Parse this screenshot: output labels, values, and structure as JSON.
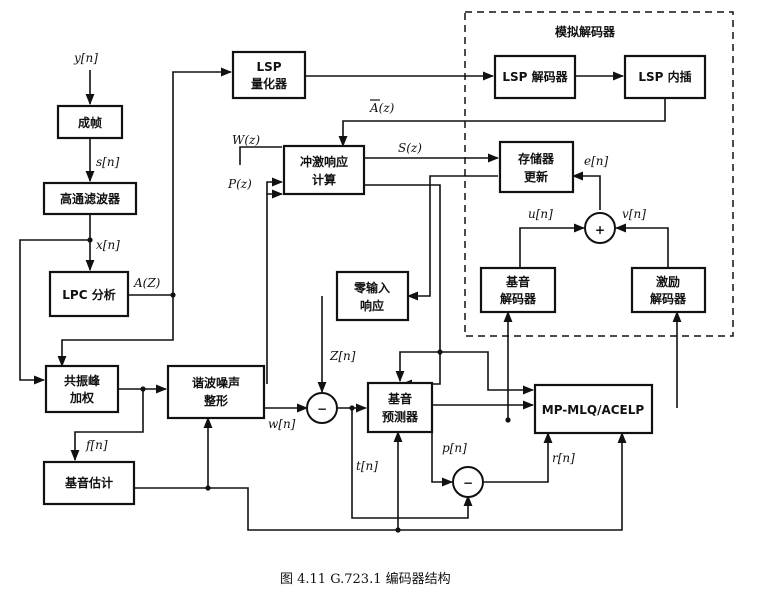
{
  "blocks": {
    "framing": "成帧",
    "highpass": "高通滤波器",
    "lpc": "LPC 分析",
    "lsp_quant": [
      "LSP",
      "量化器"
    ],
    "lsp_dec": "LSP 解码器",
    "lsp_interp": "LSP 内插",
    "sim_decoder": "模拟解码器",
    "impulse": [
      "冲激响应",
      "计算"
    ],
    "memory": [
      "存储器",
      "更新"
    ],
    "zero_input": [
      "零输入",
      "响应"
    ],
    "pitch_dec": [
      "基音",
      "解码器"
    ],
    "excite_dec": [
      "激励",
      "解码器"
    ],
    "formant": [
      "共振峰",
      "加权"
    ],
    "harmonic": [
      "谐波噪声",
      "整形"
    ],
    "pitch_pred": [
      "基音",
      "预测器"
    ],
    "mpmlq": "MP-MLQ/ACELP",
    "pitch_est": "基音估计"
  },
  "signals": {
    "y": "y[n]",
    "s": "s[n]",
    "x": "x[n]",
    "A": "A(Z)",
    "W": "W(z)",
    "P": "P(z)",
    "S": "S(z)",
    "Abar": "A(z)",
    "e": "e[n]",
    "u": "u[n]",
    "v": "v[n]",
    "Z": "Z[n]",
    "w": "w[n]",
    "f": "f[n]",
    "p": "p[n]",
    "r": "r[n]",
    "t": "t[n]"
  },
  "operators": {
    "minus": "−",
    "plus": "+"
  },
  "caption": "图 4.11   G.723.1 编码器结构"
}
